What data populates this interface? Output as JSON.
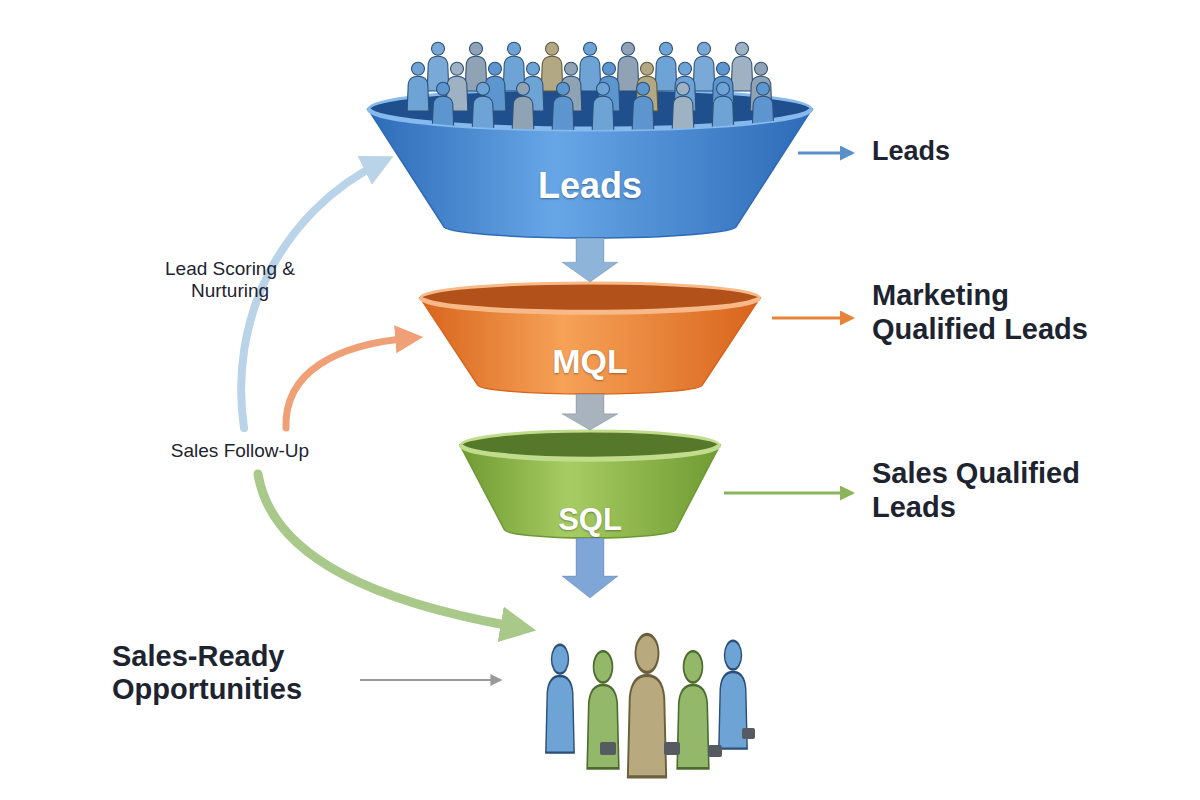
{
  "diagram": {
    "nodes": [
      {
        "text": [
          "Leads"
        ]
      },
      {
        "text": [
          "MQL"
        ]
      },
      {
        "text": [
          "SQL"
        ]
      },
      {
        "text": [
          "Sales-Ready Opportunities"
        ]
      }
    ],
    "edges": [
      {
        "from": 0,
        "to": 1,
        "arrow": "to"
      },
      {
        "from": 1,
        "to": 2,
        "arrow": "to"
      },
      {
        "from": 2,
        "to": 3,
        "arrow": "to"
      }
    ],
    "labels": [
      "Leads",
      "Marketing Qualified Leads",
      "Sales Qualified Leads",
      "Lead Scoring & Nurturing",
      "Sales Follow-Up"
    ]
  }
}
